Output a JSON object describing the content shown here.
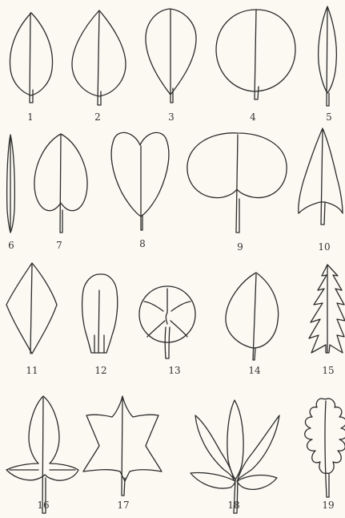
{
  "figures": [
    {
      "number": "1",
      "shape": "ovate leaf"
    },
    {
      "number": "2",
      "shape": "obovate-pointed leaf"
    },
    {
      "number": "3",
      "shape": "rounded leaf"
    },
    {
      "number": "4",
      "shape": "orbicular leaf"
    },
    {
      "number": "5",
      "shape": "lanceolate leaf"
    },
    {
      "number": "6",
      "shape": "linear leaf"
    },
    {
      "number": "7",
      "shape": "cordate leaf"
    },
    {
      "number": "8",
      "shape": "obcordate leaf"
    },
    {
      "number": "9",
      "shape": "reniform leaf"
    },
    {
      "number": "10",
      "shape": "sagittate leaf"
    },
    {
      "number": "11",
      "shape": "rhomboid leaf"
    },
    {
      "number": "12",
      "shape": "spatulate leaf"
    },
    {
      "number": "13",
      "shape": "peltate leaf"
    },
    {
      "number": "14",
      "shape": "ovate leaf"
    },
    {
      "number": "15",
      "shape": "runcinate leaf"
    },
    {
      "number": "16",
      "shape": "hastate leaf"
    },
    {
      "number": "17",
      "shape": "lobed leaf"
    },
    {
      "number": "18",
      "shape": "palmate leaf"
    },
    {
      "number": "19",
      "shape": "sinuate leaf"
    }
  ]
}
